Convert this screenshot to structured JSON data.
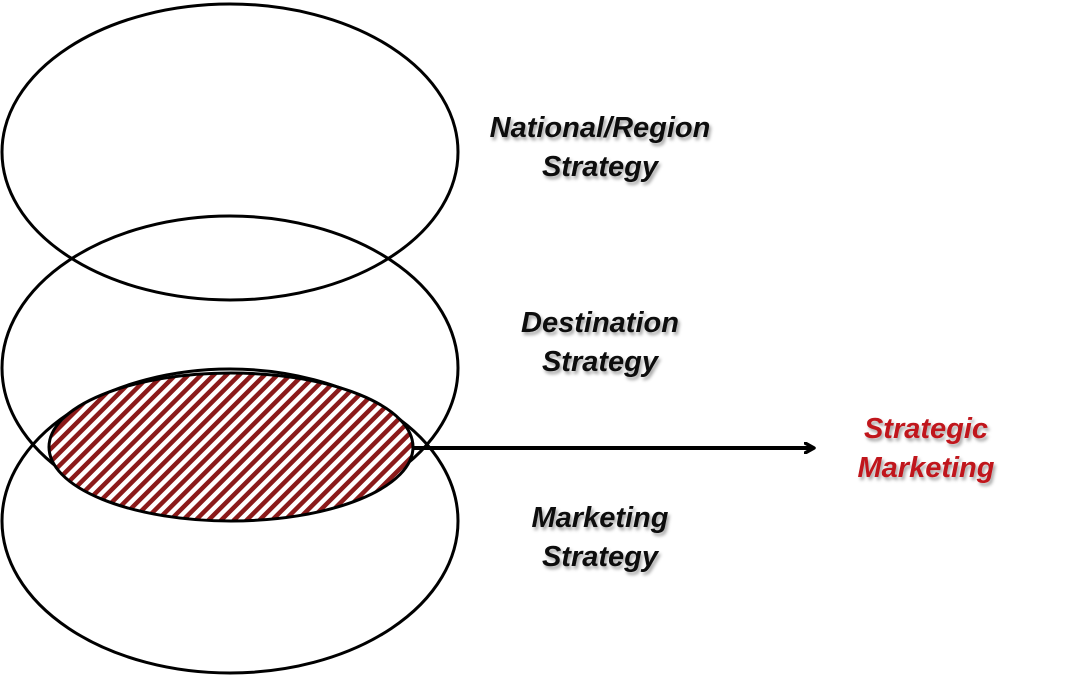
{
  "labels": {
    "national_line1": "National/Region",
    "national_line2": "Strategy",
    "destination_line1": "Destination",
    "destination_line2": "Strategy",
    "marketing_line1": "Marketing",
    "marketing_line2": "Strategy",
    "strategic_line1": "Strategic",
    "strategic_line2": "Marketing"
  },
  "colors": {
    "outline": "#000000",
    "label_text": "#111111",
    "highlight_text": "#c0191e",
    "hatch": "#8b1a1a",
    "background": "#ffffff"
  }
}
